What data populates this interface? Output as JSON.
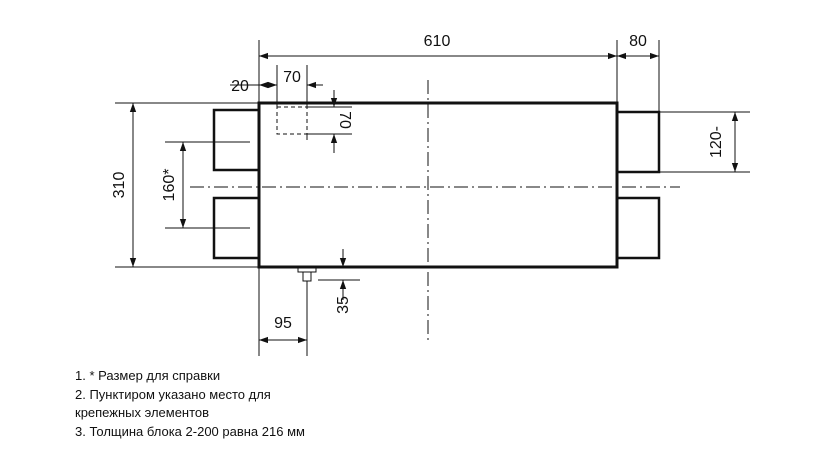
{
  "dimensions": {
    "total_length": "610",
    "stub_length": "80",
    "offset_left": "20",
    "mount_width": "70",
    "mount_height": "70",
    "height": "310",
    "stub_spacing": "160*",
    "right_stub_spacing": "120-",
    "bracket_offset": "95",
    "bracket_depth": "35"
  },
  "notes": [
    "1. * Размер для справки",
    "2. Пунктиром указано место для",
    "крепежных элементов",
    "3. Толщина блока 2-200 равна 216 мм"
  ]
}
